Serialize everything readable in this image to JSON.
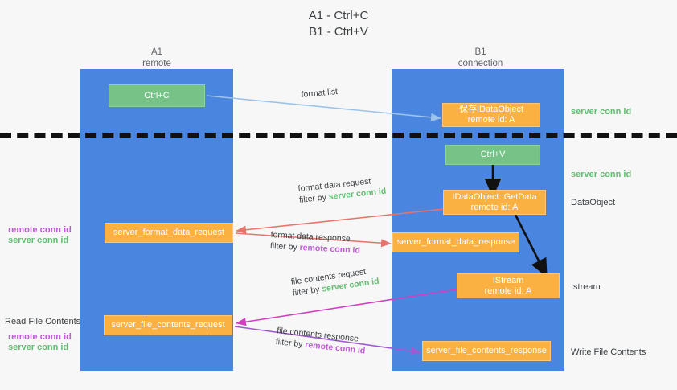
{
  "title": {
    "line1": "A1 - Ctrl+C",
    "line2": "B1 - Ctrl+V"
  },
  "columns": [
    {
      "name": "A1",
      "role": "remote"
    },
    {
      "name": "B1",
      "role": "connection"
    }
  ],
  "nodes": {
    "ctrl_c": {
      "label": "Ctrl+C",
      "color": "#76c287"
    },
    "idataobject": {
      "line1": "保存IDataObject",
      "line2": "remote id: A",
      "color": "#fbb142"
    },
    "ctrl_v": {
      "label": "Ctrl+V",
      "color": "#76c287"
    },
    "getdata": {
      "line1": "IDataObject::GetData",
      "line2": "remote id: A",
      "color": "#fbb142"
    },
    "format_data_request": {
      "label": "server_format_data_request",
      "color": "#fbb142"
    },
    "format_data_response": {
      "label": "server_format_data_response",
      "color": "#fbb142"
    },
    "istream": {
      "line1": "IStream",
      "line2": "remote id: A",
      "color": "#fbb142"
    },
    "file_contents_request": {
      "label": "server_file_contents_request",
      "color": "#fbb142"
    },
    "file_contents_response": {
      "label": "server_file_contents_response",
      "color": "#fbb142"
    }
  },
  "edges": {
    "format_list": {
      "label": "format list"
    },
    "format_data_request": {
      "label": "format data request",
      "filter_prefix": "filter by ",
      "filter_key": "server conn id"
    },
    "format_data_response": {
      "label": "format data response",
      "filter_prefix": "filter by ",
      "filter_key": "remote conn id"
    },
    "file_contents_request": {
      "label": "file contents request",
      "filter_prefix": "filter by ",
      "filter_key": "server conn id"
    },
    "file_contents_response": {
      "label": "file contents response",
      "filter_prefix": "filter by ",
      "filter_key": "remote conn id"
    }
  },
  "side_labels": {
    "right_server_conn_1": "server conn id",
    "right_server_conn_2": "server conn id",
    "right_dataobject": "DataObject",
    "right_istream": "Istream",
    "right_write_file_contents": "Write File Contents",
    "left_remote_conn_1": "remote conn id",
    "left_server_conn_1": "server conn id",
    "left_read_file_contents": "Read File Contents",
    "left_remote_conn_2": "remote conn id",
    "left_server_conn_2": "server conn id"
  },
  "colors": {
    "lane": "#4a86e0",
    "green_node": "#76c287",
    "orange_node": "#fbb142",
    "server_conn_id": "#62bd72",
    "remote_conn_id": "#c05bd8",
    "divider": "#111111",
    "background": "#f7f7f7",
    "arrow_blue": "#9cc3ea",
    "arrow_red": "#e8736a",
    "arrow_magenta": "#d13fc0",
    "arrow_purple": "#a05ad1",
    "arrow_black": "#111111"
  }
}
